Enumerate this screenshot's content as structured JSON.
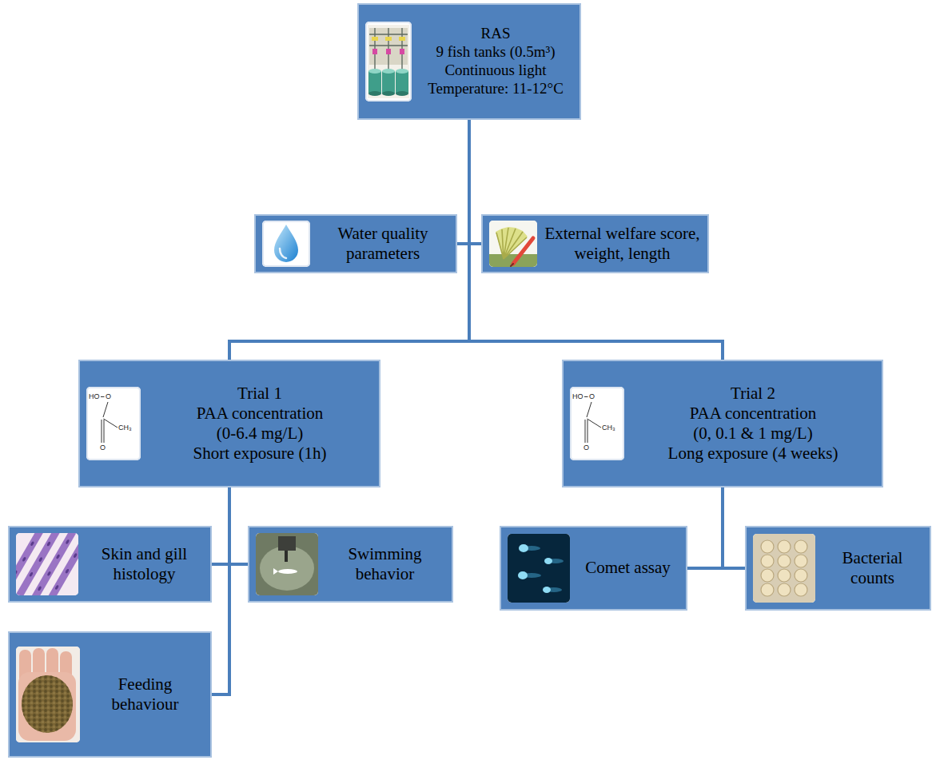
{
  "diagram": {
    "nodes": [
      {
        "text": [
          "RAS",
          "9 fish tanks (0.5m³)",
          "Continuous light",
          "Temperature: 11-12°C"
        ]
      },
      {
        "text": [
          "Water quality parameters"
        ]
      },
      {
        "text": [
          "External welfare score, weight, length"
        ]
      },
      {
        "text": [
          "Trial 1",
          "PAA concentration",
          "(0-6.4 mg/L)",
          "Short exposure (1h)"
        ]
      },
      {
        "text": [
          "Trial 2",
          "PAA concentration",
          "(0, 0.1 & 1 mg/L)",
          "Long exposure (4 weeks)"
        ]
      },
      {
        "text": [
          "Skin and gill histology"
        ]
      },
      {
        "text": [
          "Swimming behavior"
        ]
      },
      {
        "text": [
          "Comet assay"
        ]
      },
      {
        "text": [
          "Bacterial counts"
        ]
      },
      {
        "text": [
          "Feeding behaviour"
        ]
      }
    ],
    "edges": [
      {
        "from": 0,
        "to": 1,
        "arrow": "none"
      },
      {
        "from": 0,
        "to": 2,
        "arrow": "none"
      },
      {
        "from": 0,
        "to": 3,
        "arrow": "none"
      },
      {
        "from": 0,
        "to": 4,
        "arrow": "none"
      },
      {
        "from": 3,
        "to": 5,
        "arrow": "none"
      },
      {
        "from": 3,
        "to": 6,
        "arrow": "none"
      },
      {
        "from": 3,
        "to": 9,
        "arrow": "none"
      },
      {
        "from": 4,
        "to": 7,
        "arrow": "none"
      },
      {
        "from": 4,
        "to": 8,
        "arrow": "none"
      }
    ],
    "labels": [
      "HO",
      "O",
      "O",
      "CH₃",
      "HO",
      "O",
      "O",
      "CH₃"
    ]
  }
}
